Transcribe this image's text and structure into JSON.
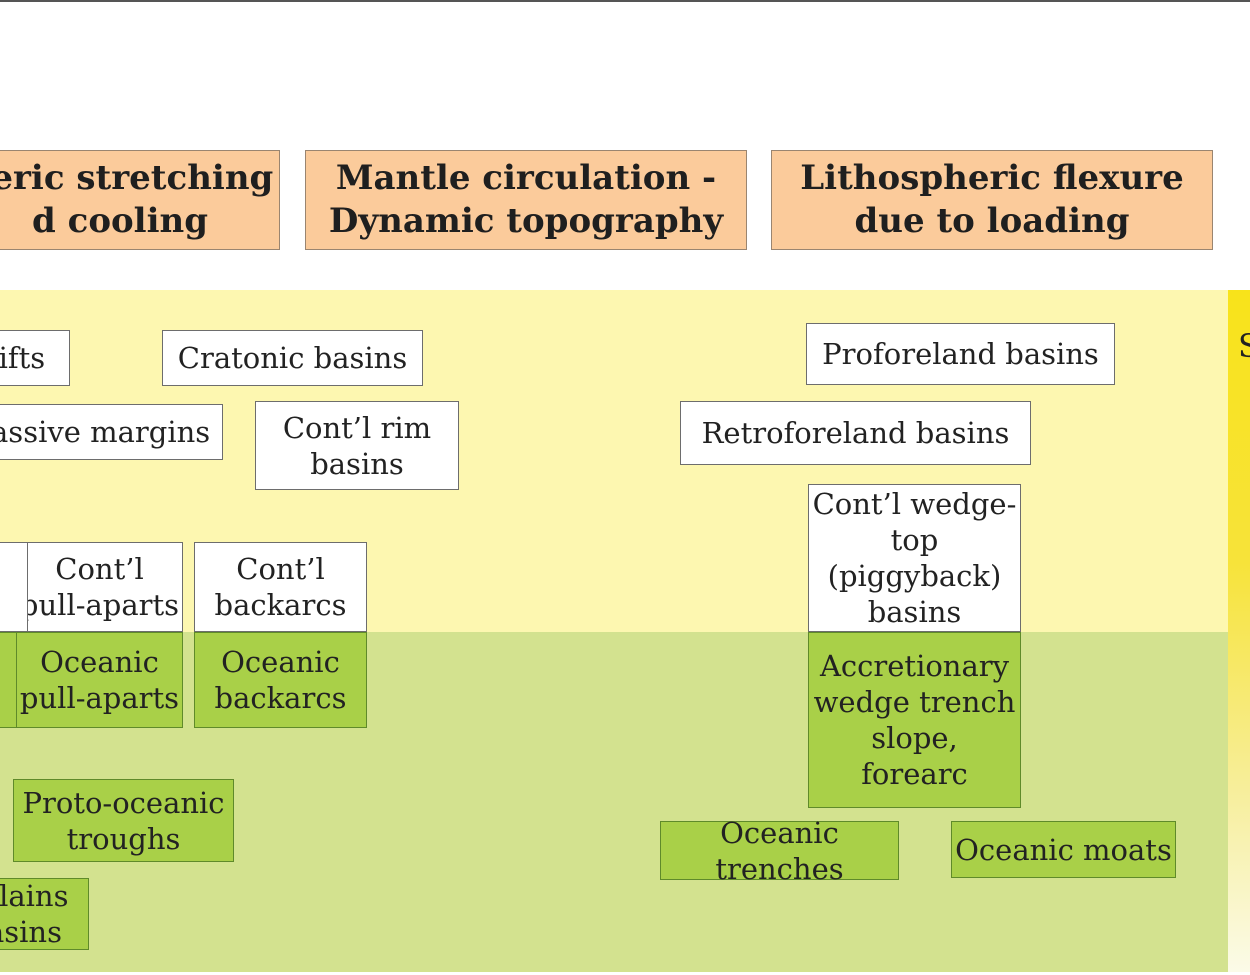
{
  "processes": [
    {
      "id": "stretching",
      "text": "heric stretching\nd cooling"
    },
    {
      "id": "mantle",
      "text": "Mantle circulation -\nDynamic topography"
    },
    {
      "id": "flexure",
      "text": "Lithospheric flexure\ndue to loading"
    }
  ],
  "continental_basins": [
    {
      "id": "rifts",
      "text": "rifts"
    },
    {
      "id": "cratonic",
      "text": "Cratonic basins"
    },
    {
      "id": "passive",
      "text": "Passive margins"
    },
    {
      "id": "rim",
      "text": "Cont’l rim\nbasins"
    },
    {
      "id": "pullaparts",
      "text": "Cont’l\npull-aparts"
    },
    {
      "id": "backarcs",
      "text": "Cont’l\nbackarcs"
    },
    {
      "id": "proforeland",
      "text": "Proforeland basins"
    },
    {
      "id": "retroforeland",
      "text": "Retroforeland basins"
    },
    {
      "id": "wedgetop",
      "text": "Cont’l wedge-\ntop\n(piggyback)\nbasins"
    }
  ],
  "oceanic_basins": [
    {
      "id": "oc-pullaparts",
      "text": "Oceanic\npull-aparts"
    },
    {
      "id": "oc-backarcs",
      "text": "Oceanic\nbackarcs"
    },
    {
      "id": "accretionary",
      "text": "Accretionary\nwedge trench\nslope,\nforearc"
    },
    {
      "id": "proto",
      "text": "Proto-oceanic\ntroughs"
    },
    {
      "id": "plains",
      "text": "plains\nasins"
    },
    {
      "id": "trenches",
      "text": "Oceanic trenches"
    },
    {
      "id": "moats",
      "text": "Oceanic moats"
    }
  ],
  "side_label": "S",
  "colors": {
    "process_fill": "#fbcb9b",
    "continental_zone": "#fdf7b0",
    "oceanic_zone": "#d3e28f",
    "oceanic_box": "#a9d048",
    "side_bar": "#f8e31a"
  }
}
